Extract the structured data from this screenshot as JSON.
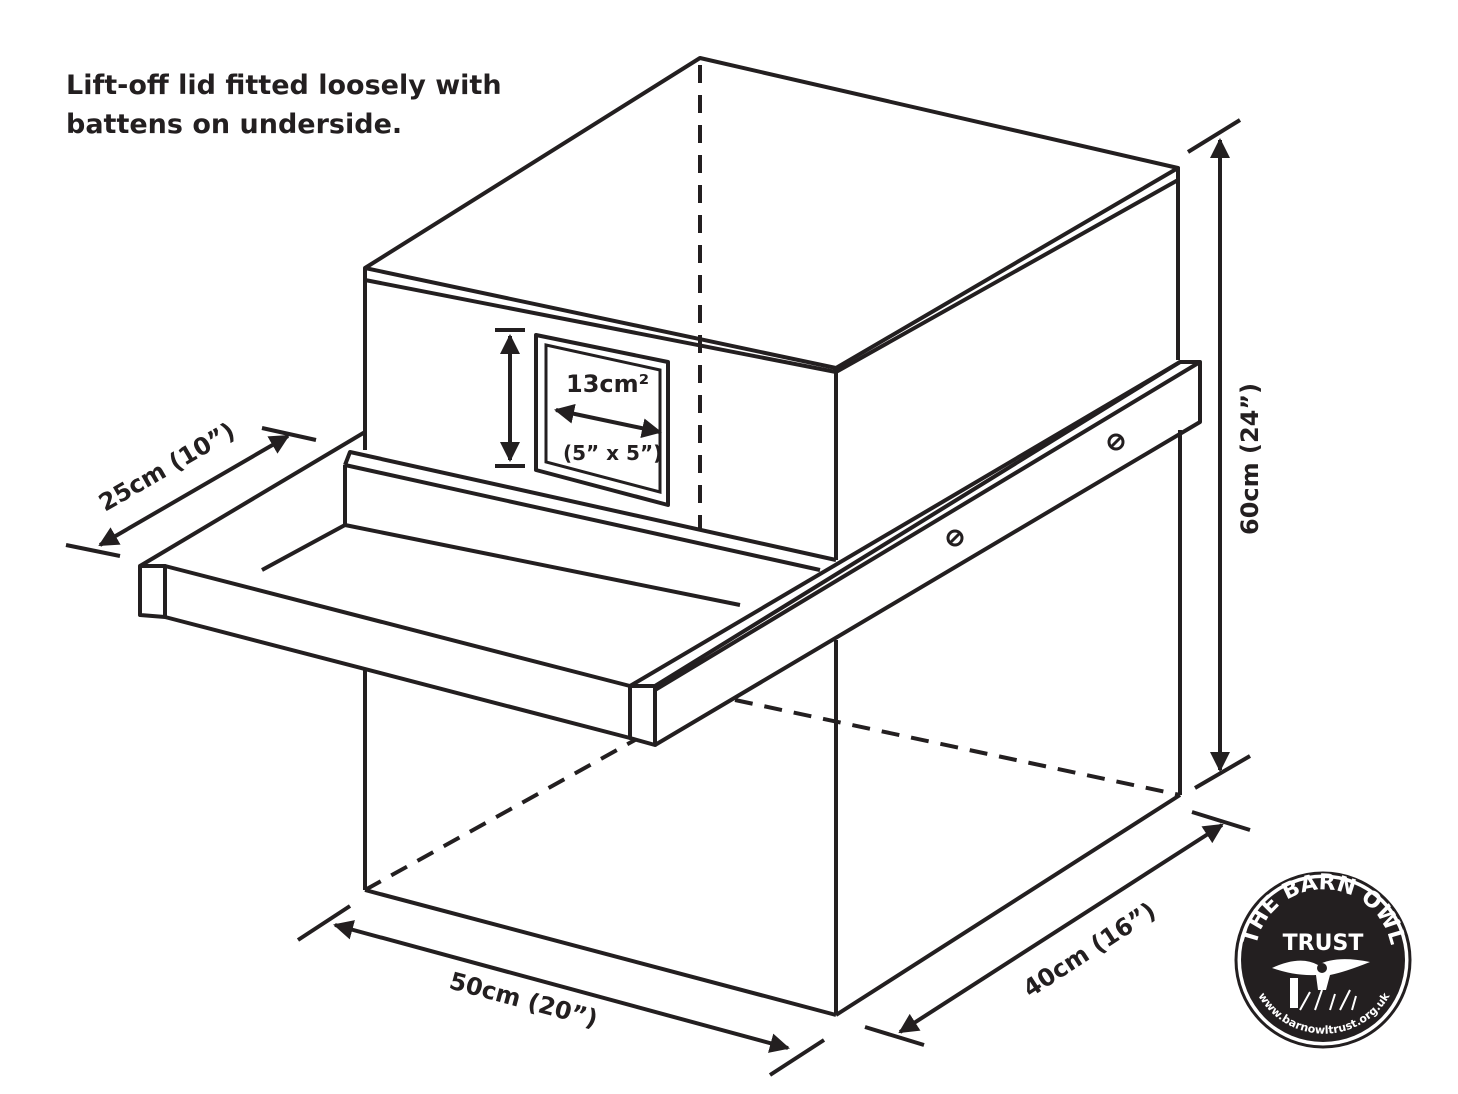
{
  "caption": {
    "line1": "Lift-off lid fitted loosely with",
    "line2": "battens on underside."
  },
  "dimensions": {
    "hole": "13cm²",
    "hole_inches": "(5” x 5”)",
    "platform_depth": "25cm (10”)",
    "height": "60cm (24”)",
    "width": "50cm (20”)",
    "depth": "40cm (16”)"
  },
  "logo": {
    "ring_text": "THE BARN OWL",
    "center_text": "TRUST",
    "url": "www.barnowltrust.org.uk"
  },
  "colors": {
    "ink": "#231f20",
    "paper": "#ffffff"
  }
}
